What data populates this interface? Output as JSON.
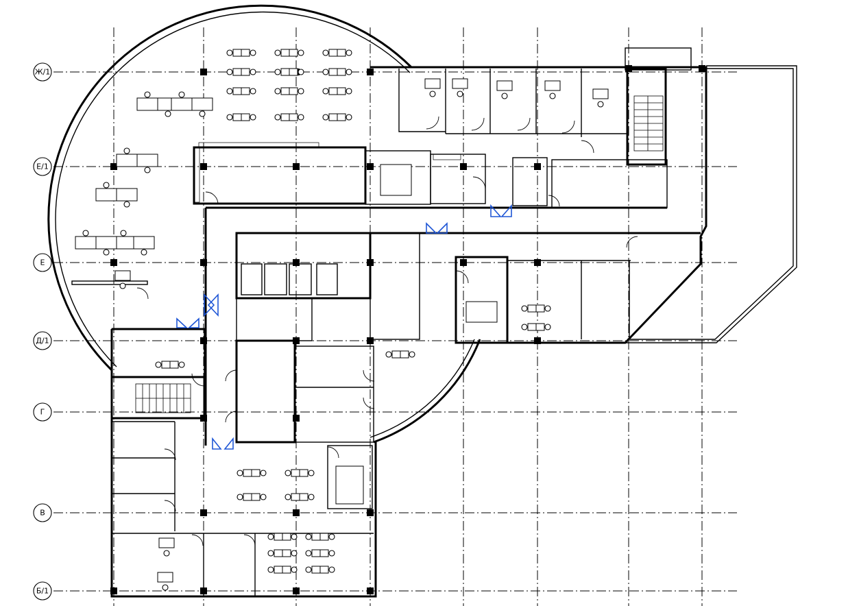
{
  "drawing": {
    "type": "architectural floor plan",
    "axis_labels": [
      "Ж/1",
      "Е/1",
      "Е",
      "Д/1",
      "Г",
      "В",
      "Б/1"
    ],
    "door_accent_color": "#1f56d6"
  }
}
